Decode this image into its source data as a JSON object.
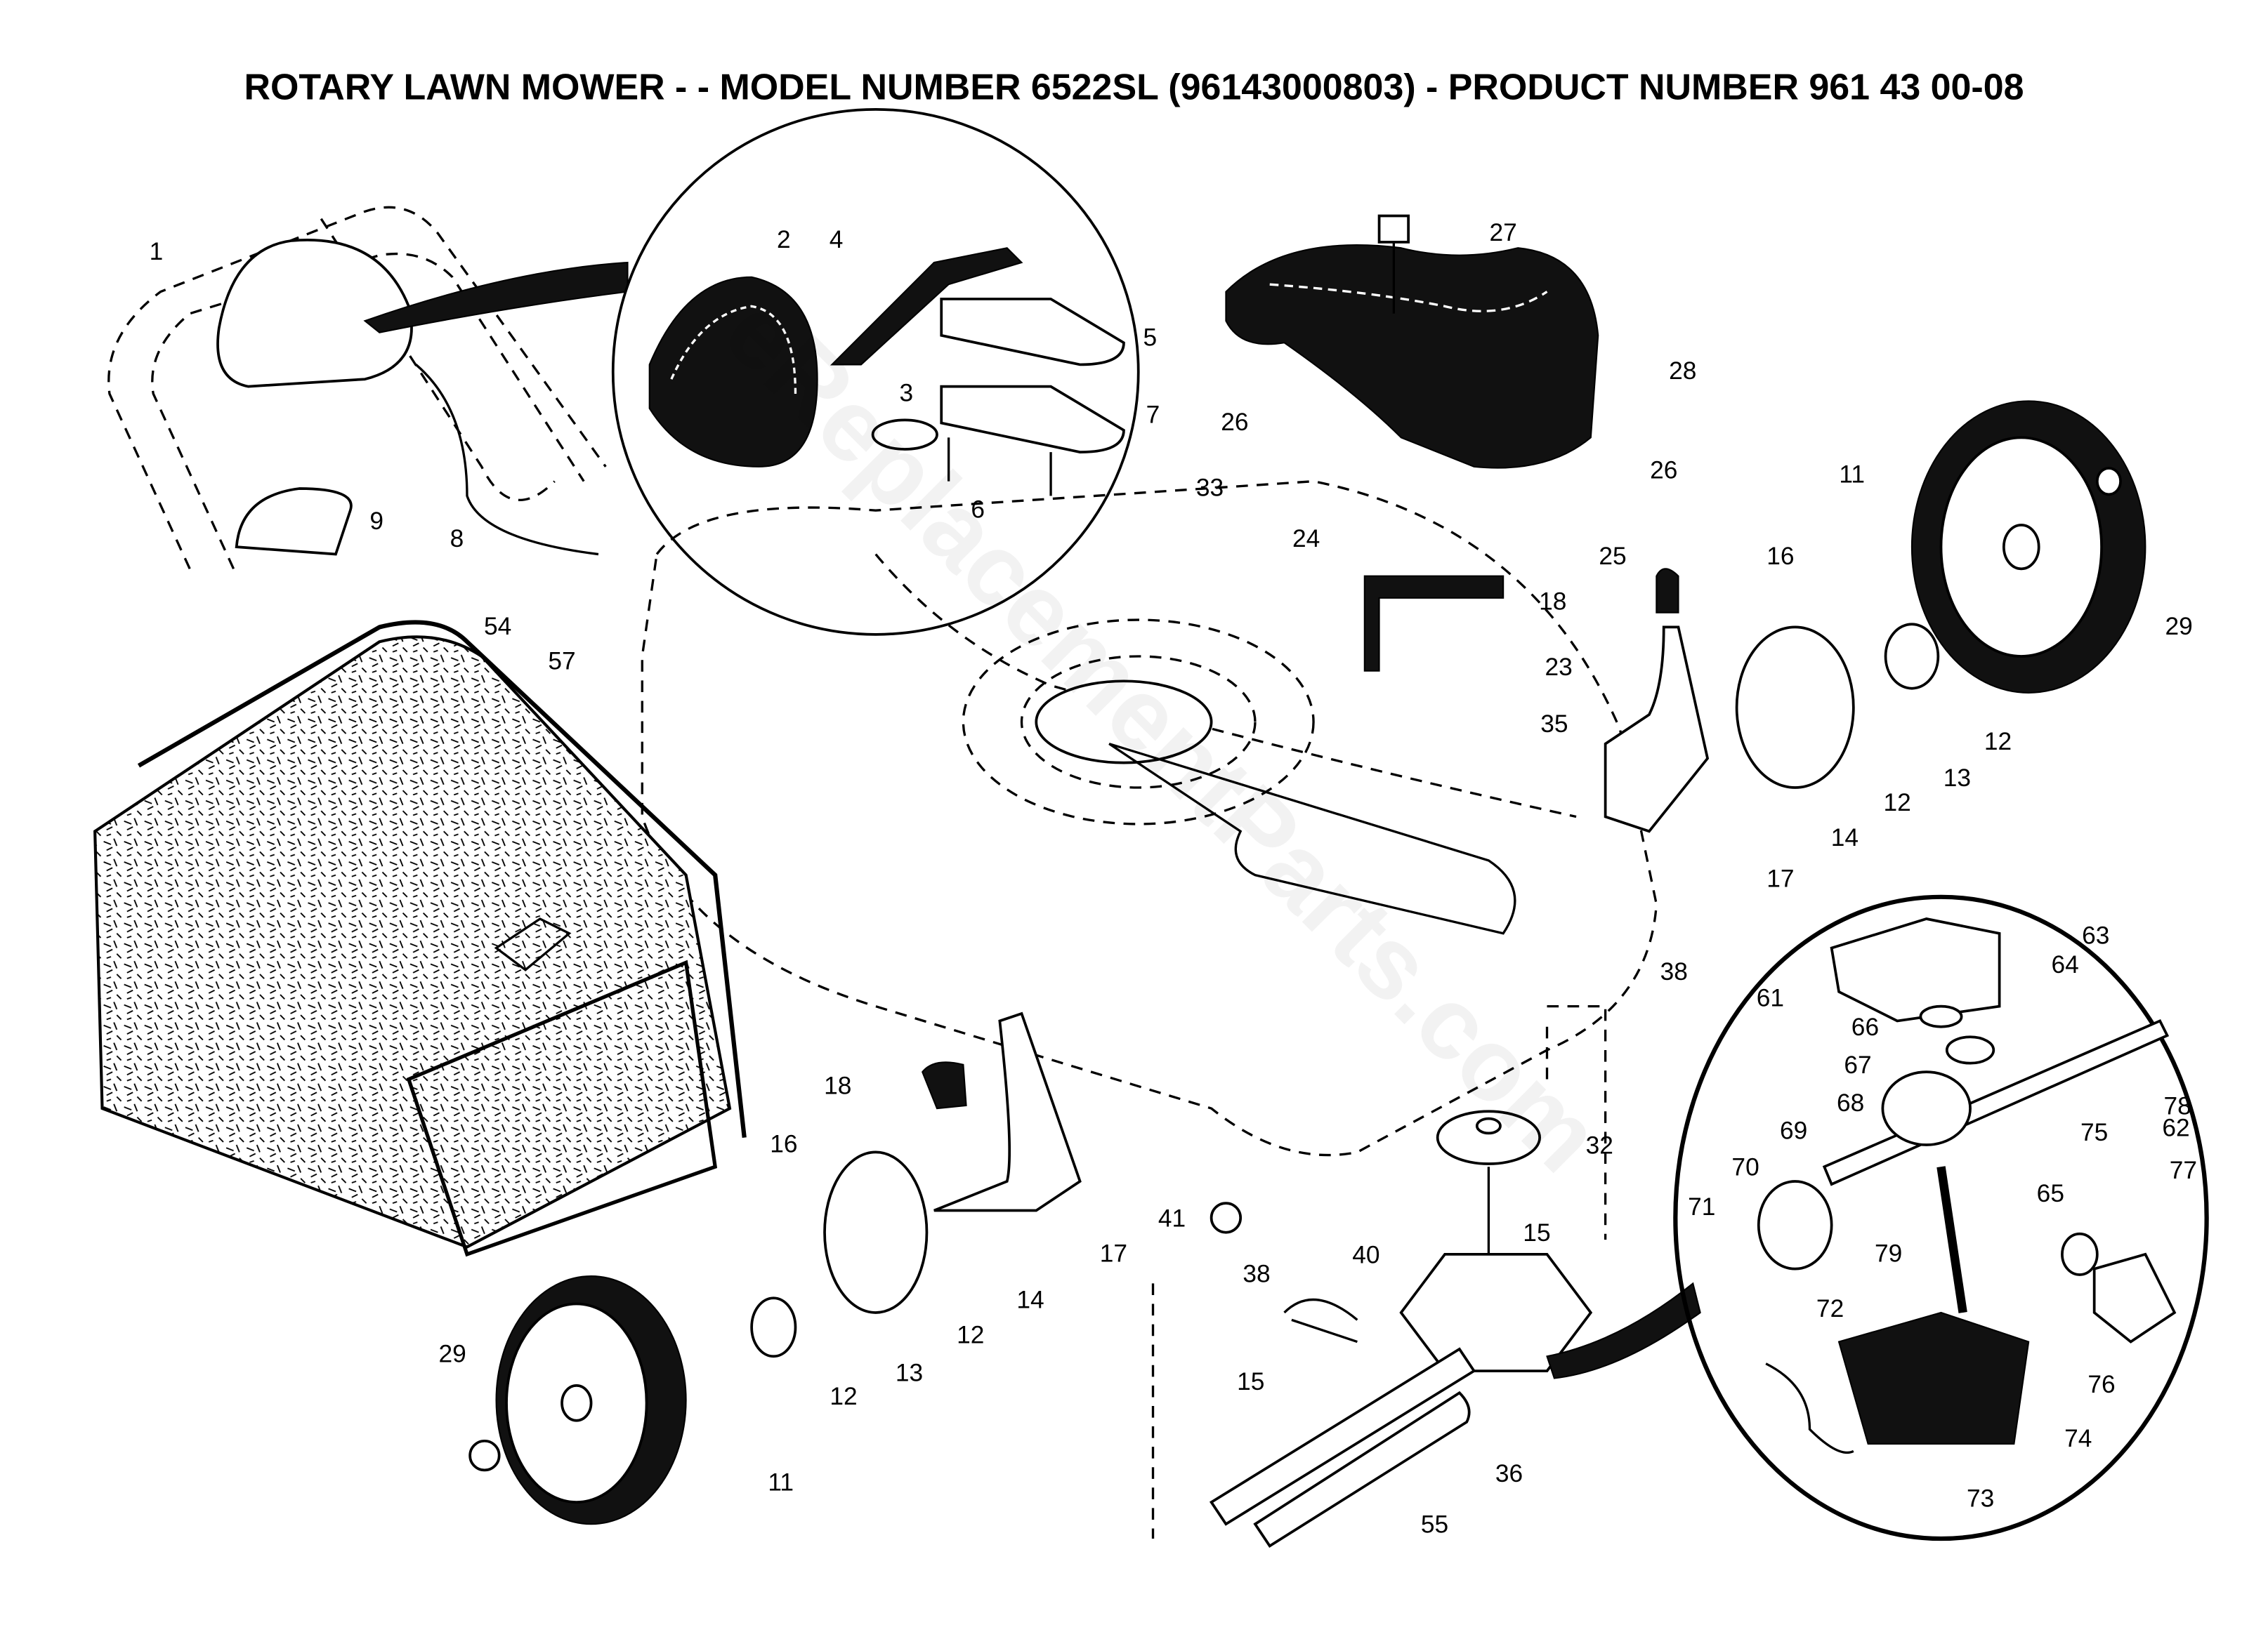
{
  "title": "ROTARY LAWN MOWER - - MODEL NUMBER  6522SL  (96143000803) - PRODUCT NUMBER 961 43 00-08",
  "watermark": "eReplacementParts.com",
  "part_labels": [
    "1",
    "2",
    "4",
    "5",
    "7",
    "3",
    "6",
    "9",
    "8",
    "27",
    "28",
    "26",
    "26",
    "24",
    "25",
    "18",
    "23",
    "33",
    "54",
    "57",
    "11",
    "16",
    "29",
    "12",
    "13",
    "12",
    "14",
    "17",
    "35",
    "38",
    "61",
    "66",
    "63",
    "64",
    "67",
    "68",
    "62",
    "78",
    "69",
    "65",
    "75",
    "77",
    "70",
    "71",
    "79",
    "72",
    "76",
    "74",
    "73",
    "18",
    "32",
    "41",
    "17",
    "16",
    "14",
    "15",
    "38",
    "40",
    "12",
    "13",
    "12",
    "29",
    "15",
    "36",
    "55",
    "11"
  ]
}
